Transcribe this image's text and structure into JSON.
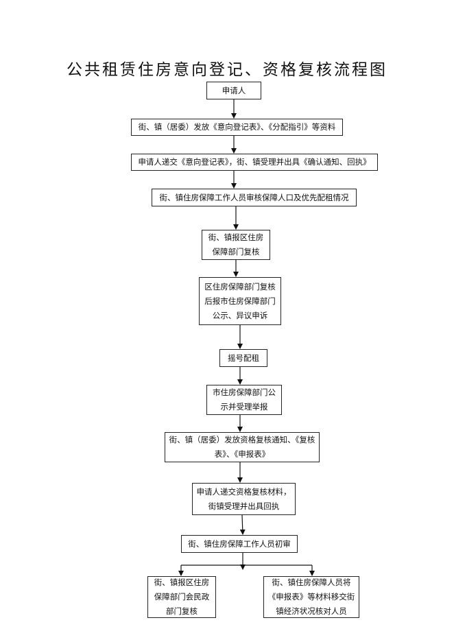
{
  "title": "公共租赁住房意向登记、资格复核流程图",
  "steps": {
    "s1": "申请人",
    "s2": "街、镇（居委）发放《意向登记表》、《分配指引》等资料",
    "s3": "申请人递交《意向登记表》，街、镇受理并出具《确认通知、回执》",
    "s4": "街、镇住房保障工作人员审核保障人口及优先配租情况",
    "s5": "街、镇报区住房保障部门复核",
    "s6": "区住房保障部门复核后报市住房保障部门公示、异议申诉",
    "s7": "摇号配租",
    "s8": "市住房保障部门公示并受理举报",
    "s9": "街、镇（居委）发放资格复核通知、《复核表》、《申报表》",
    "s10": "申请人递交资格复核材料，街镇受理并出具回执",
    "s11": "街、镇住房保障工作人员初审",
    "s12": "街、镇报区住房保障部门会民政部门复核",
    "s13": "街、镇住房保障人员将《申报表》等材料移交街镇经济状况核对人员"
  }
}
